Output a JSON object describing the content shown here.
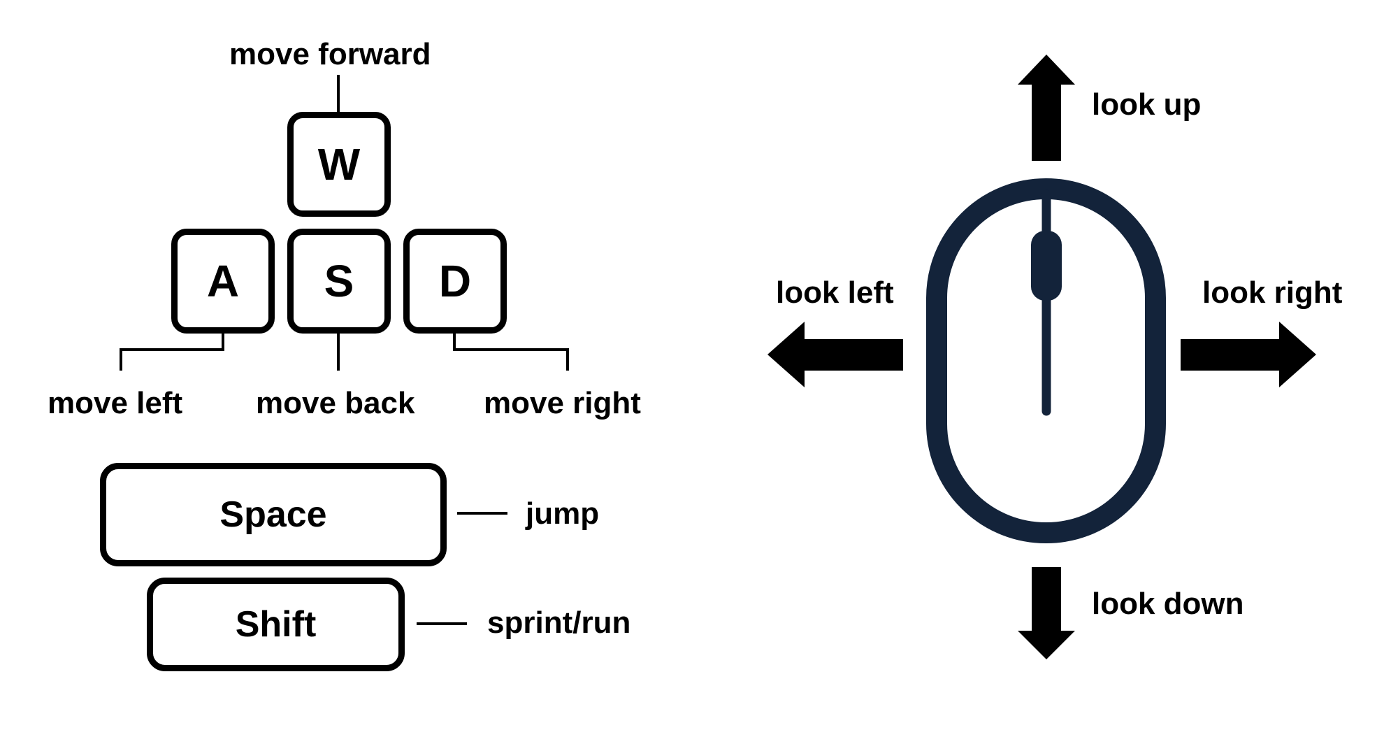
{
  "keyboard": {
    "keys": {
      "w": "W",
      "a": "A",
      "s": "S",
      "d": "D",
      "space": "Space",
      "shift": "Shift"
    },
    "labels": {
      "forward": "move forward",
      "left": "move left",
      "back": "move back",
      "right": "move right",
      "jump": "jump",
      "sprint": "sprint/run"
    }
  },
  "mouse": {
    "labels": {
      "up": "look up",
      "down": "look down",
      "left": "look left",
      "right": "look right"
    },
    "colors": {
      "body": "#13233a",
      "arrows": "#000000"
    },
    "icon": "mouse-icon"
  }
}
